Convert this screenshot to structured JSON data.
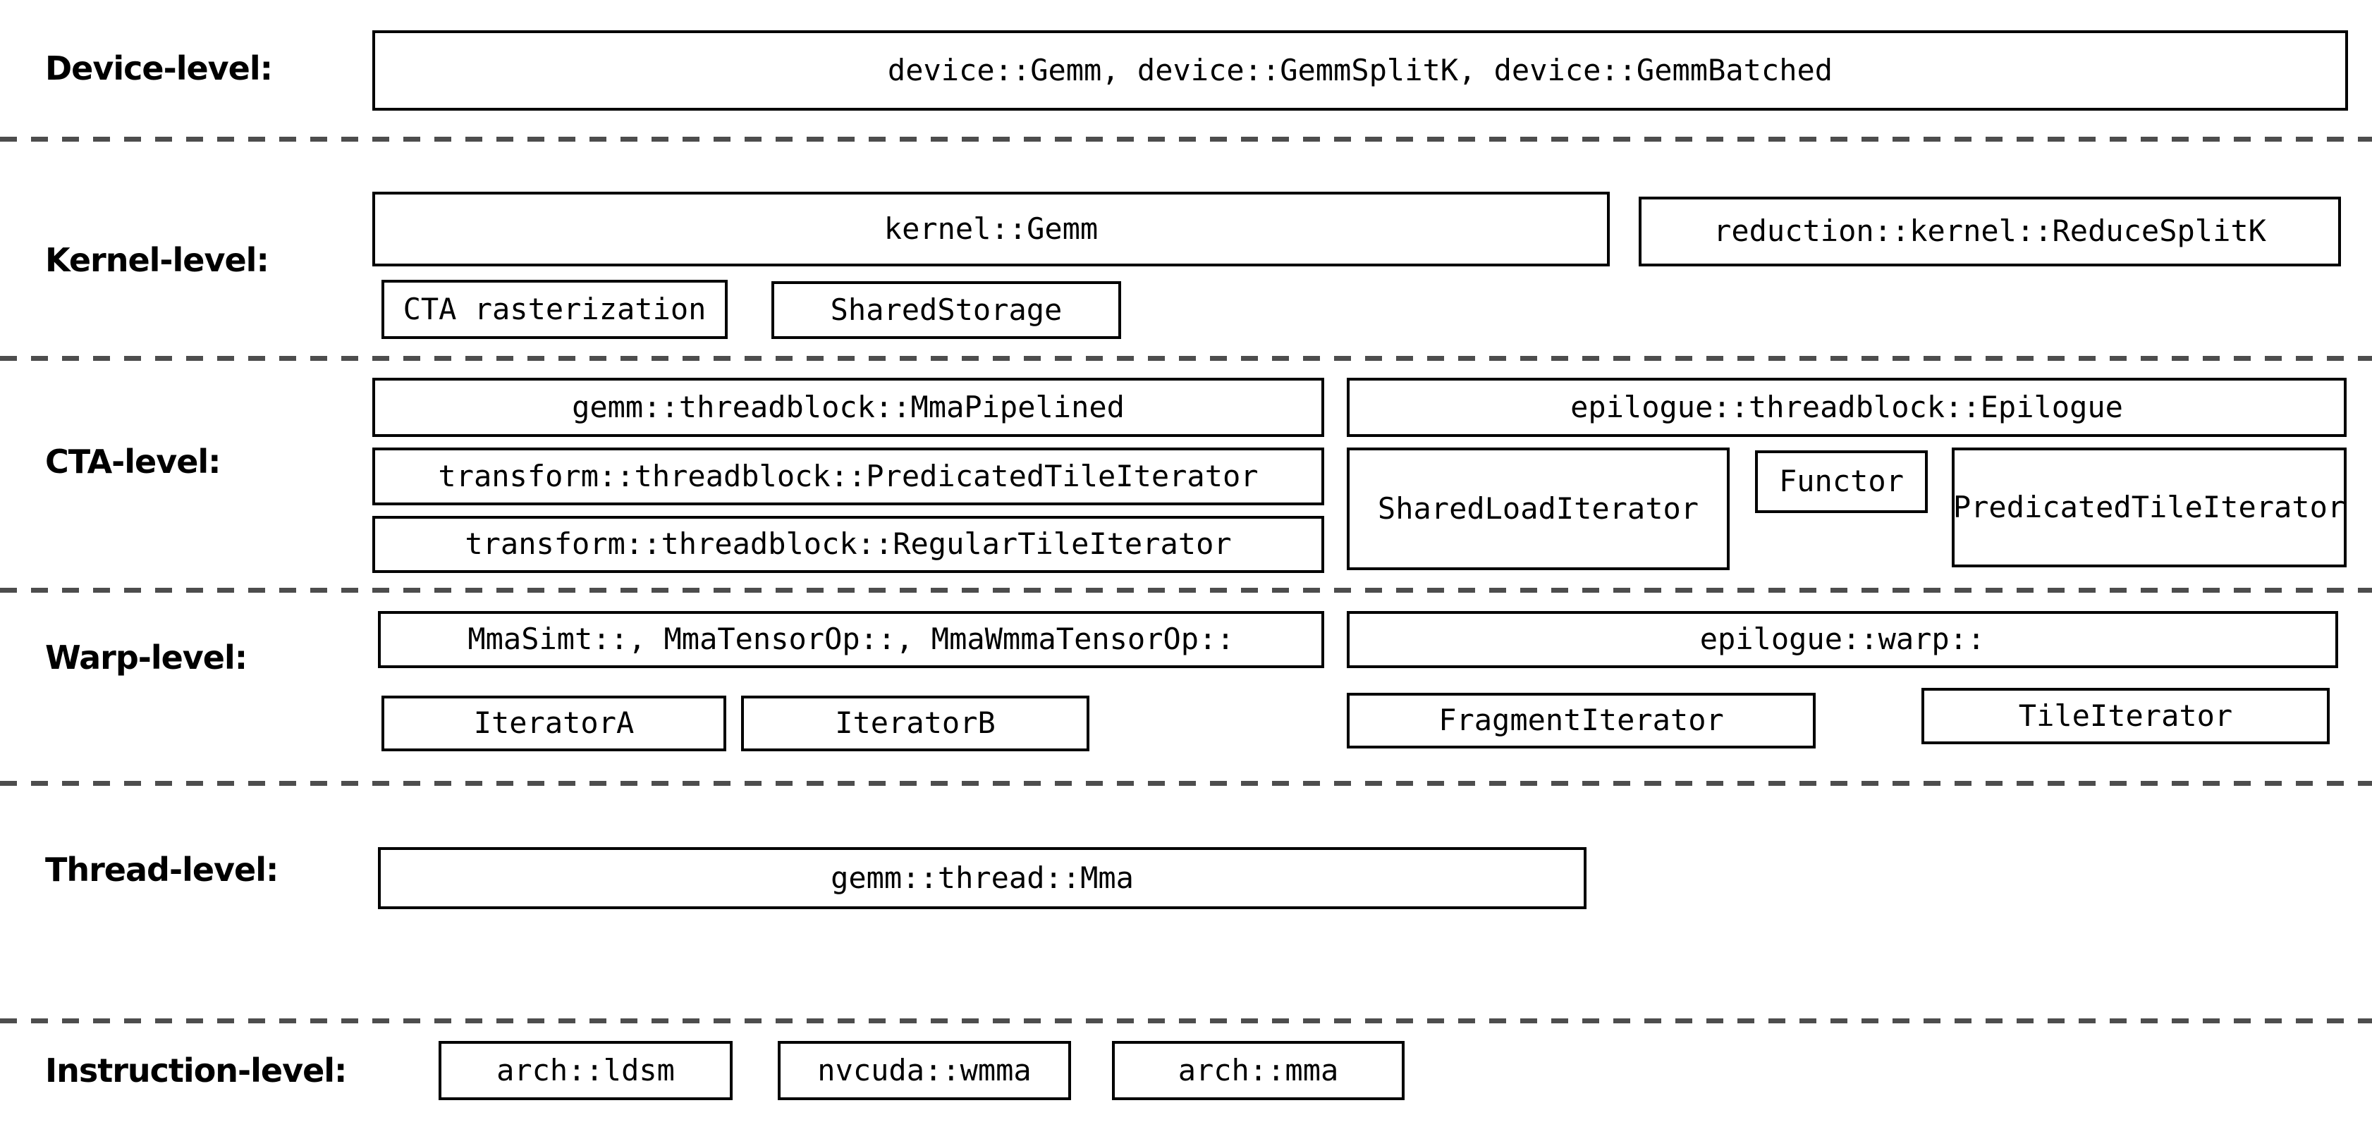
{
  "colors": {
    "background": "#ffffff",
    "box_border": "#000000",
    "text": "#000000",
    "dashed_separator": "#4d4d4d"
  },
  "rows": {
    "device": {
      "label": "Device-level:",
      "gemm_apis": "device::Gemm, device::GemmSplitK, device::GemmBatched"
    },
    "kernel": {
      "label": "Kernel-level:",
      "kernel_gemm": "kernel::Gemm",
      "reduce_splitk": "reduction::kernel::ReduceSplitK",
      "cta_rasterization": "CTA rasterization",
      "shared_storage": "SharedStorage"
    },
    "cta": {
      "label": "CTA-level:",
      "mma_pipelined": "gemm::threadblock::MmaPipelined",
      "epilogue": "epilogue::threadblock::Epilogue",
      "predicated_tile_iterator_transform": "transform::threadblock::PredicatedTileIterator",
      "regular_tile_iterator_transform": "transform::threadblock::RegularTileIterator",
      "shared_load_iterator": "SharedLoadIterator",
      "functor": "Functor",
      "predicated_tile_iterator_epilogue": "PredicatedTileIterator"
    },
    "warp": {
      "label": "Warp-level:",
      "mma_variants": "MmaSimt::, MmaTensorOp::, MmaWmmaTensorOp::",
      "epilogue_warp": "epilogue::warp::",
      "iterator_a": "IteratorA",
      "iterator_b": "IteratorB",
      "fragment_iterator": "FragmentIterator",
      "tile_iterator": "TileIterator"
    },
    "thread": {
      "label": "Thread-level:",
      "thread_mma": "gemm::thread::Mma"
    },
    "instruction": {
      "label": "Instruction-level:",
      "arch_ldsm": "arch::ldsm",
      "nvcuda_wmma": "nvcuda::wmma",
      "arch_mma": "arch::mma"
    }
  }
}
